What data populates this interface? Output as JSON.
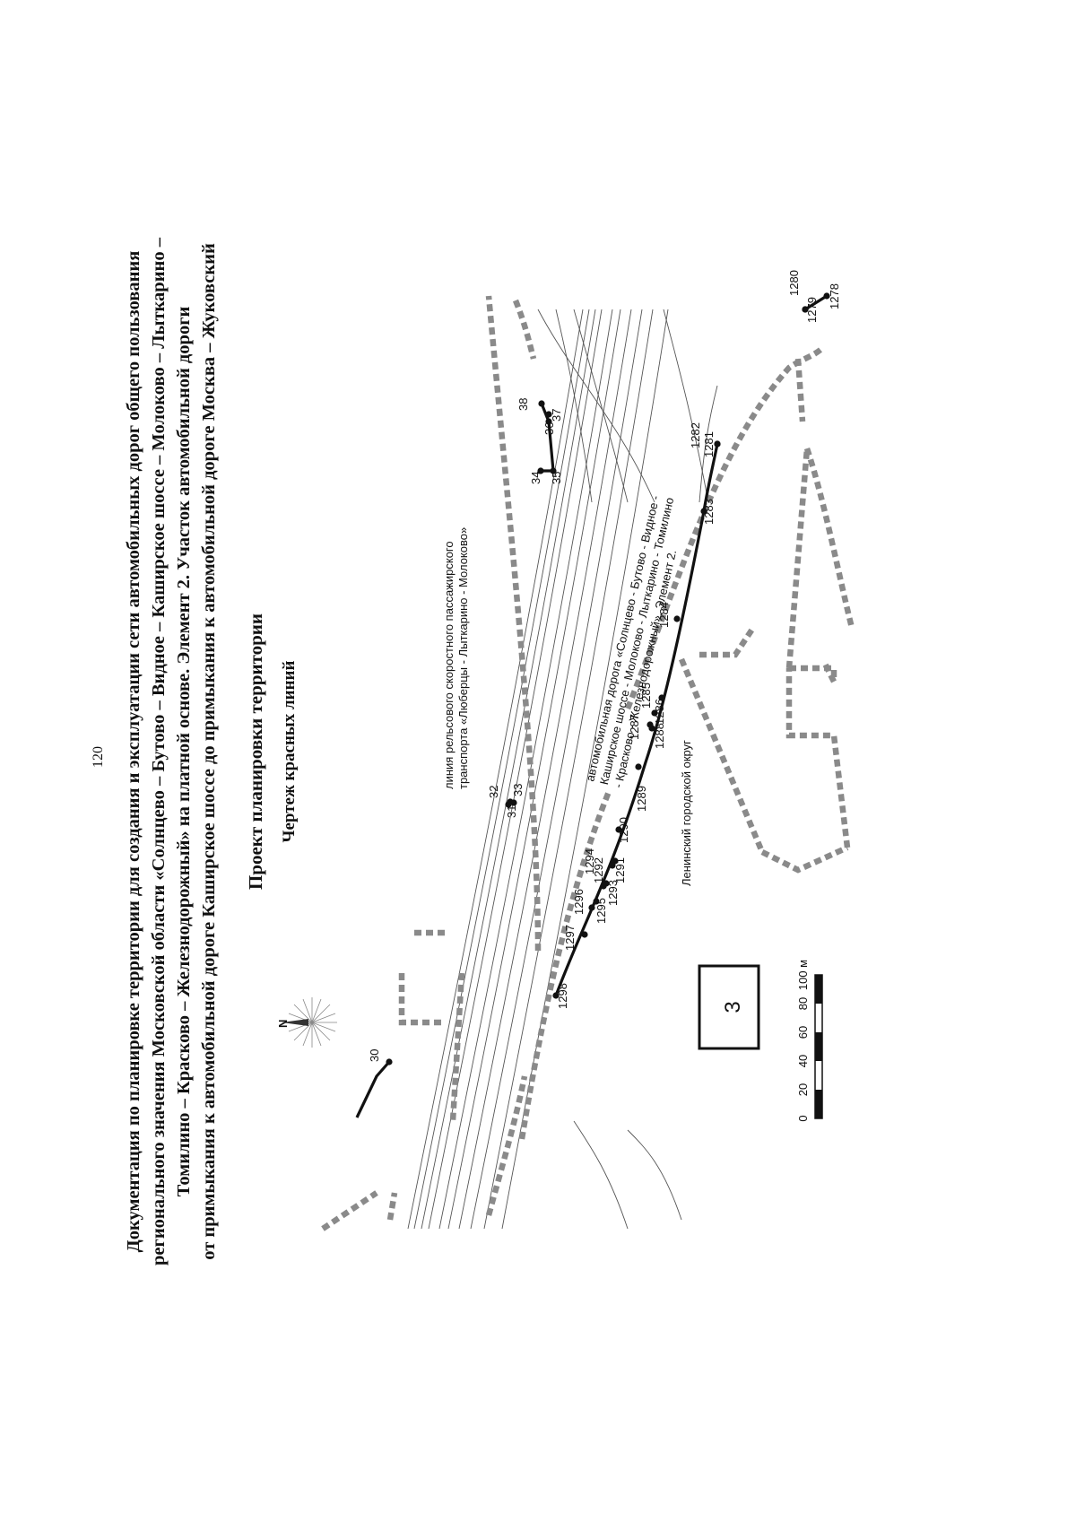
{
  "page_number": "120",
  "title_lines": [
    "Документация по планировке территории для создания и эксплуатации сети автомобильных дорог общего пользования",
    "регионального значения Московской области «Солнцево – Бутово – Видное – Каширское шоссе – Молоково – Лыткарино –",
    "Томилино – Красково – Железнодорожный» на платной основе. Элемент 2. Участок автомобильной дороги",
    "от примыкания к автомобильной дороге Каширское шоссе до примыкания к автомобильной дороге Москва – Жуковский"
  ],
  "plan_title": "Проект планировки территории",
  "plan_subtitle": "Чертеж красных линий",
  "map": {
    "north_label": "N",
    "rail_caption": [
      "линия рельсового скоростного пассажирского",
      "транспорта «Люберцы - Лыткарино - Молоково»"
    ],
    "road_caption": [
      "автомобильная дорога «Солнцево - Бутово - Видное -",
      "Каширское шоссе - Молоково - Лыткарино - Томилино",
      "- Красково - Железнодорожный». Элемент 2."
    ],
    "district_label": "Ленинский городской округ",
    "sheet_number": "3",
    "scale_ticks": [
      "0",
      "20",
      "40",
      "60",
      "80",
      "100 м"
    ],
    "point_labels": [
      {
        "text": "30"
      },
      {
        "text": "31"
      },
      {
        "text": "32"
      },
      {
        "text": "33"
      },
      {
        "text": "34"
      },
      {
        "text": "35"
      },
      {
        "text": "36"
      },
      {
        "text": "37"
      },
      {
        "text": "38"
      },
      {
        "text": "1278"
      },
      {
        "text": "1279"
      },
      {
        "text": "1280"
      },
      {
        "text": "1281"
      },
      {
        "text": "1282"
      },
      {
        "text": "1283"
      },
      {
        "text": "1284"
      },
      {
        "text": "1285"
      },
      {
        "text": "1286"
      },
      {
        "text": "1287"
      },
      {
        "text": "1288"
      },
      {
        "text": "1289"
      },
      {
        "text": "1290"
      },
      {
        "text": "1291"
      },
      {
        "text": "1292"
      },
      {
        "text": "1293"
      },
      {
        "text": "1294"
      },
      {
        "text": "1295"
      },
      {
        "text": "1296"
      },
      {
        "text": "1297"
      },
      {
        "text": "1298"
      }
    ]
  }
}
